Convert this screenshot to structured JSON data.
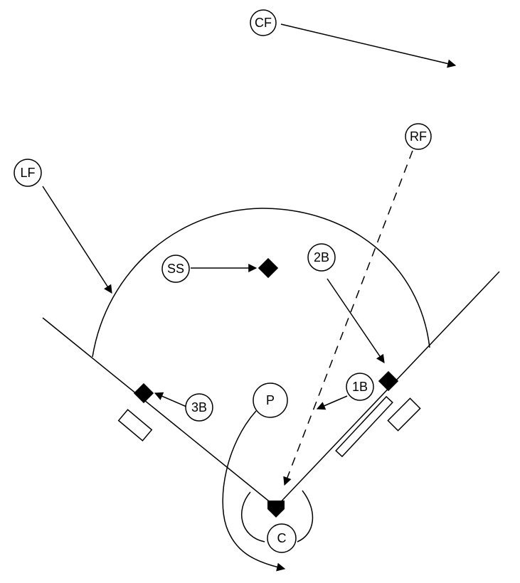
{
  "players": {
    "cf": "CF",
    "rf": "RF",
    "lf": "LF",
    "ss": "SS",
    "second_base": "2B",
    "first_base": "1B",
    "third_base": "3B",
    "pitcher": "P",
    "catcher": "C"
  }
}
